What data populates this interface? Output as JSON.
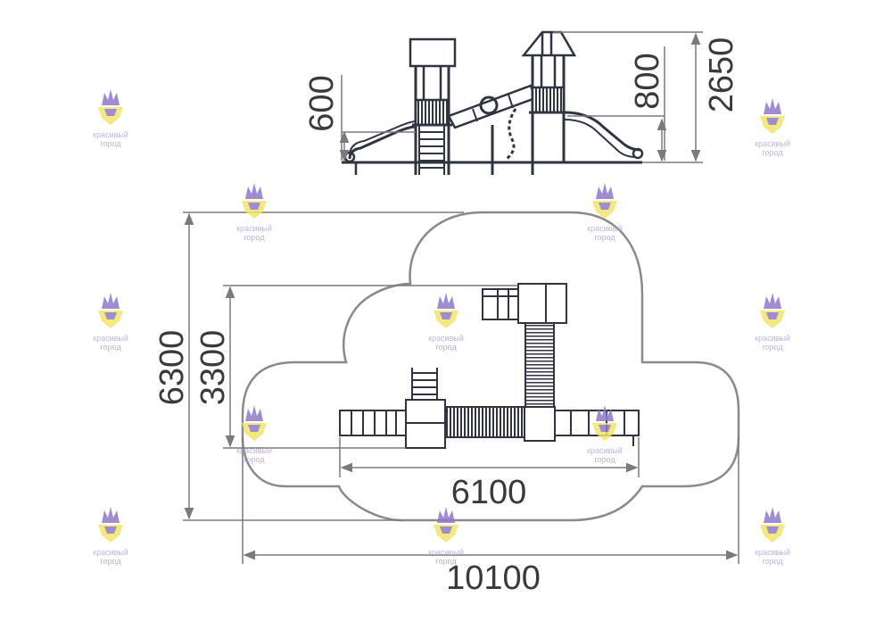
{
  "dimensions": {
    "side_height_platform_low": "600",
    "side_height_platform_high": "800",
    "side_height_total": "2650",
    "plan_depth_total": "6300",
    "plan_depth_equipment": "3300",
    "plan_width_equipment": "6100",
    "plan_width_total": "10100"
  },
  "watermark": {
    "line1": "красивый",
    "line2": "город"
  },
  "colors": {
    "outline": "#8a8a8a",
    "structure": "#2f3440",
    "dimension": "#7a7a7a",
    "watermark_purple": "#8f78c8",
    "watermark_yellow": "#f2e46a"
  }
}
